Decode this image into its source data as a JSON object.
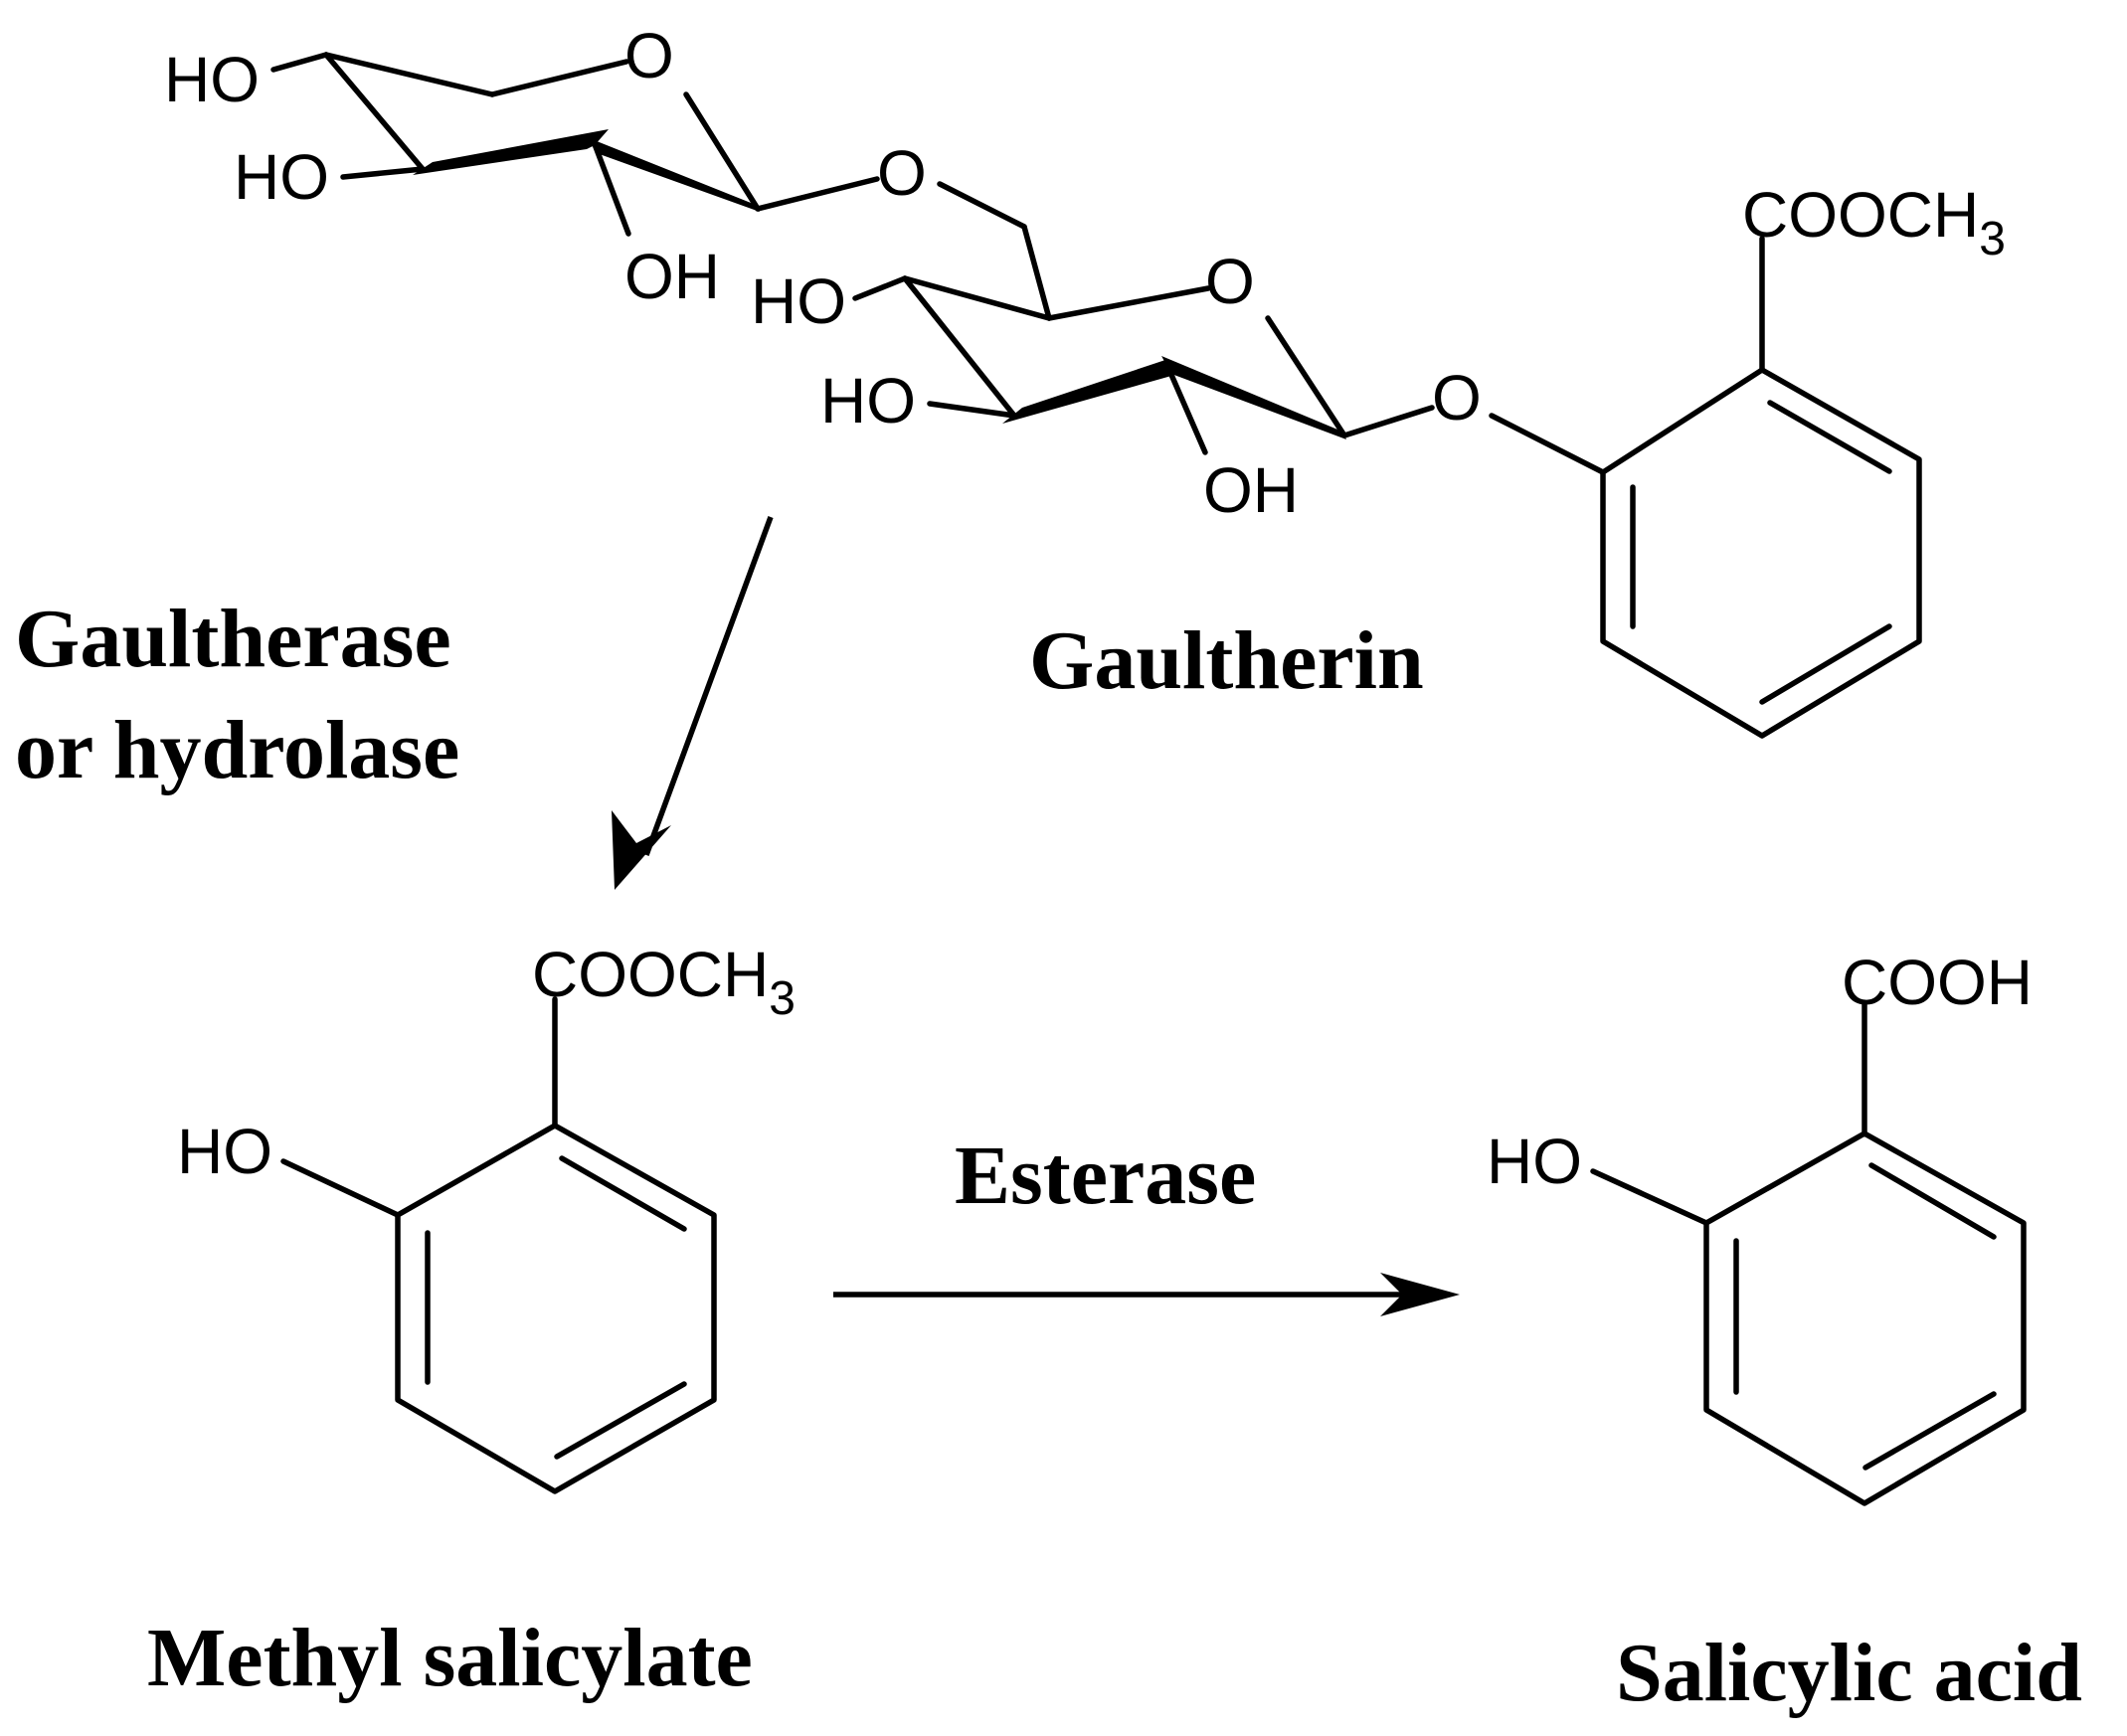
{
  "gaultherin": {
    "name": "Gaultherin",
    "ester_group": "COOCH",
    "ester_subscript": "3",
    "ring_oxygen": "O",
    "hydroxyl": "HO",
    "hydroxyl_right": "OH",
    "glycosidic_oxygen": "O"
  },
  "reaction1": {
    "enzyme_line1": "Gaultherase",
    "enzyme_line2": "or hydrolase"
  },
  "methyl_salicylate": {
    "name": "Methyl salicylate",
    "ester_group": "COOCH",
    "ester_subscript": "3",
    "hydroxyl": "HO"
  },
  "reaction2": {
    "enzyme": "Esterase"
  },
  "salicylic_acid": {
    "name": "Salicylic acid",
    "acid_group": "COOH",
    "hydroxyl": "HO"
  }
}
